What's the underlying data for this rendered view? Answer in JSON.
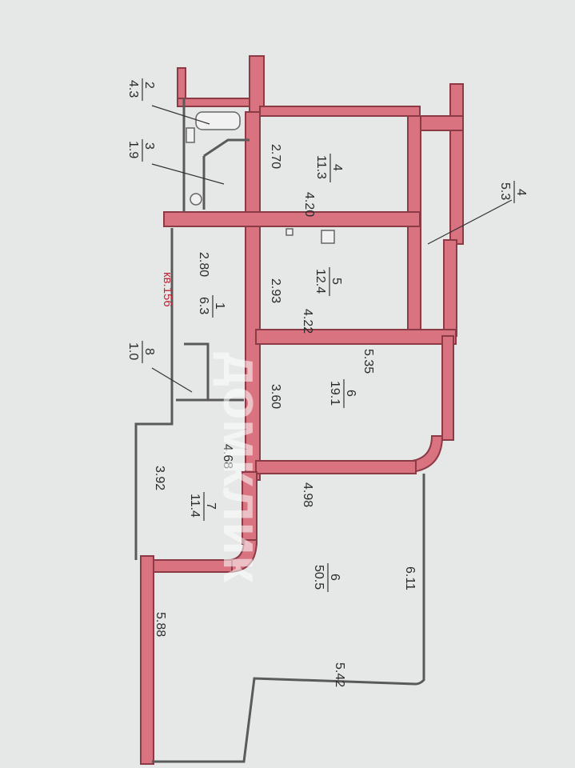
{
  "apartment": {
    "number_label": "кв.156"
  },
  "rooms": [
    {
      "id": "r2",
      "num": "2",
      "area": "4.3"
    },
    {
      "id": "r3",
      "num": "3",
      "area": "1.9"
    },
    {
      "id": "r4a",
      "num": "4",
      "area": "11.3"
    },
    {
      "id": "r4b",
      "num": "4",
      "area": "5.3"
    },
    {
      "id": "r1",
      "num": "1",
      "area": "6.3"
    },
    {
      "id": "r5",
      "num": "5",
      "area": "12.4"
    },
    {
      "id": "r8",
      "num": "8",
      "area": "1.0"
    },
    {
      "id": "r6a",
      "num": "6",
      "area": "19.1"
    },
    {
      "id": "r7",
      "num": "7",
      "area": "11.4"
    },
    {
      "id": "r6b",
      "num": "6",
      "area": "50.5"
    }
  ],
  "dimensions": [
    "2.70",
    "4.20",
    "2.80",
    "2.93",
    "4.22",
    "5.35",
    "3.60",
    "3.92",
    "4.68",
    "4.98",
    "6.11",
    "5.88",
    "5.42"
  ],
  "watermark": "домклик",
  "colors": {
    "wall": "#d8737f",
    "background": "#e6e8e7"
  }
}
